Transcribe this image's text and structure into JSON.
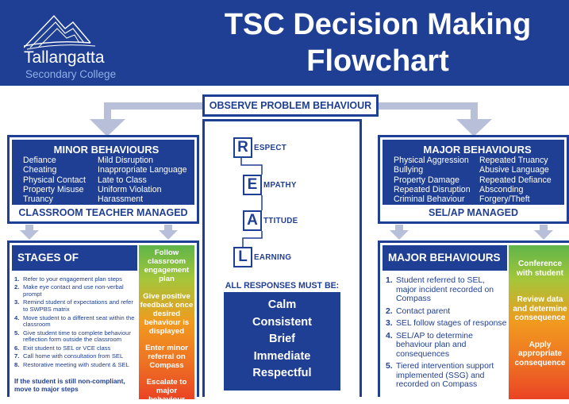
{
  "header": {
    "school_name": "Tallangatta",
    "school_sub": "Secondary College",
    "title_line1": "TSC Decision Making",
    "title_line2": "Flowchart"
  },
  "observe": "OBSERVE PROBLEM BEHAVIOUR",
  "minor": {
    "title": "MINOR BEHAVIOURS",
    "col1": [
      "Defiance",
      "Cheating",
      "Physical Contact",
      "Property Misuse",
      "Truancy"
    ],
    "col2": [
      "Mild Disruption",
      "Inappropriate Language",
      "Late to Class",
      "Uniform Violation",
      "Harassment"
    ],
    "managed": "CLASSROOM TEACHER MANAGED"
  },
  "major": {
    "title": "MAJOR BEHAVIOURS",
    "col1": [
      "Physical Aggression",
      "Bullying",
      "Property Damage",
      "Repeated Disruption",
      "Criminal Behaviour"
    ],
    "col2": [
      "Repeated Truancy",
      "Abusive Language",
      "Repeated Defiance",
      "Absconding",
      "Forgery/Theft"
    ],
    "managed": "SEL/AP MANAGED"
  },
  "stages": {
    "title": "STAGES OF RESPONSE",
    "steps": [
      {
        "n": "1.",
        "text": "Refer to your engagement plan steps"
      },
      {
        "n": "2.",
        "text": "Make eye contact and use non-verbal prompt"
      },
      {
        "n": "3.",
        "text": "Remind student of expectations and refer to SWPBS matrix"
      },
      {
        "n": "4.",
        "text": "Move student to a different seat within the classroom"
      },
      {
        "n": "5.",
        "text": "Give student time to complete behaviour reflection form outside the classroom"
      },
      {
        "n": "6.",
        "text": "Exit student to SEL or VCE class"
      },
      {
        "n": "7.",
        "text": "Call home with consultation from SEL"
      },
      {
        "n": "8.",
        "text": "Restorative meeting with student & SEL"
      }
    ],
    "note": "If the student is still non-compliant, move to major steps"
  },
  "minor_actions": [
    "Follow classroom engagement plan",
    "Give positive feedback once desired behaviour is displayed",
    "Enter minor referral on Compass",
    "Escalate to major behaviour"
  ],
  "major_response": {
    "title": "MAJOR BEHAVIOURS",
    "steps": [
      {
        "n": "1.",
        "text": "Student referred to SEL, major incident recorded on Compass"
      },
      {
        "n": "2.",
        "text": "Contact parent"
      },
      {
        "n": "3.",
        "text": "SEL follow stages of response"
      },
      {
        "n": "4.",
        "text": "SEL/AP to determine behaviour plan and consequences"
      },
      {
        "n": "5.",
        "text": "Tiered intervention support implemented (SSG) and recorded on Compass"
      }
    ]
  },
  "major_actions": [
    "Conference with student",
    "Review data and determine consequence",
    "Apply appropriate consequence"
  ],
  "real": [
    {
      "letter": "R",
      "rest": "ESPECT"
    },
    {
      "letter": "E",
      "rest": "MPATHY"
    },
    {
      "letter": "A",
      "rest": "TTITUDE"
    },
    {
      "letter": "L",
      "rest": "EARNING"
    }
  ],
  "responses": {
    "title": "ALL RESPONSES MUST BE:",
    "items": [
      "Calm",
      "Consistent",
      "Brief",
      "Immediate",
      "Respectful"
    ]
  },
  "colors": {
    "navy": "#1f3f94",
    "arrow": "#b8bfd9",
    "gradient_top": "#5fb54a",
    "gradient_mid": "#f19a1f",
    "gradient_bottom": "#ea4424"
  }
}
